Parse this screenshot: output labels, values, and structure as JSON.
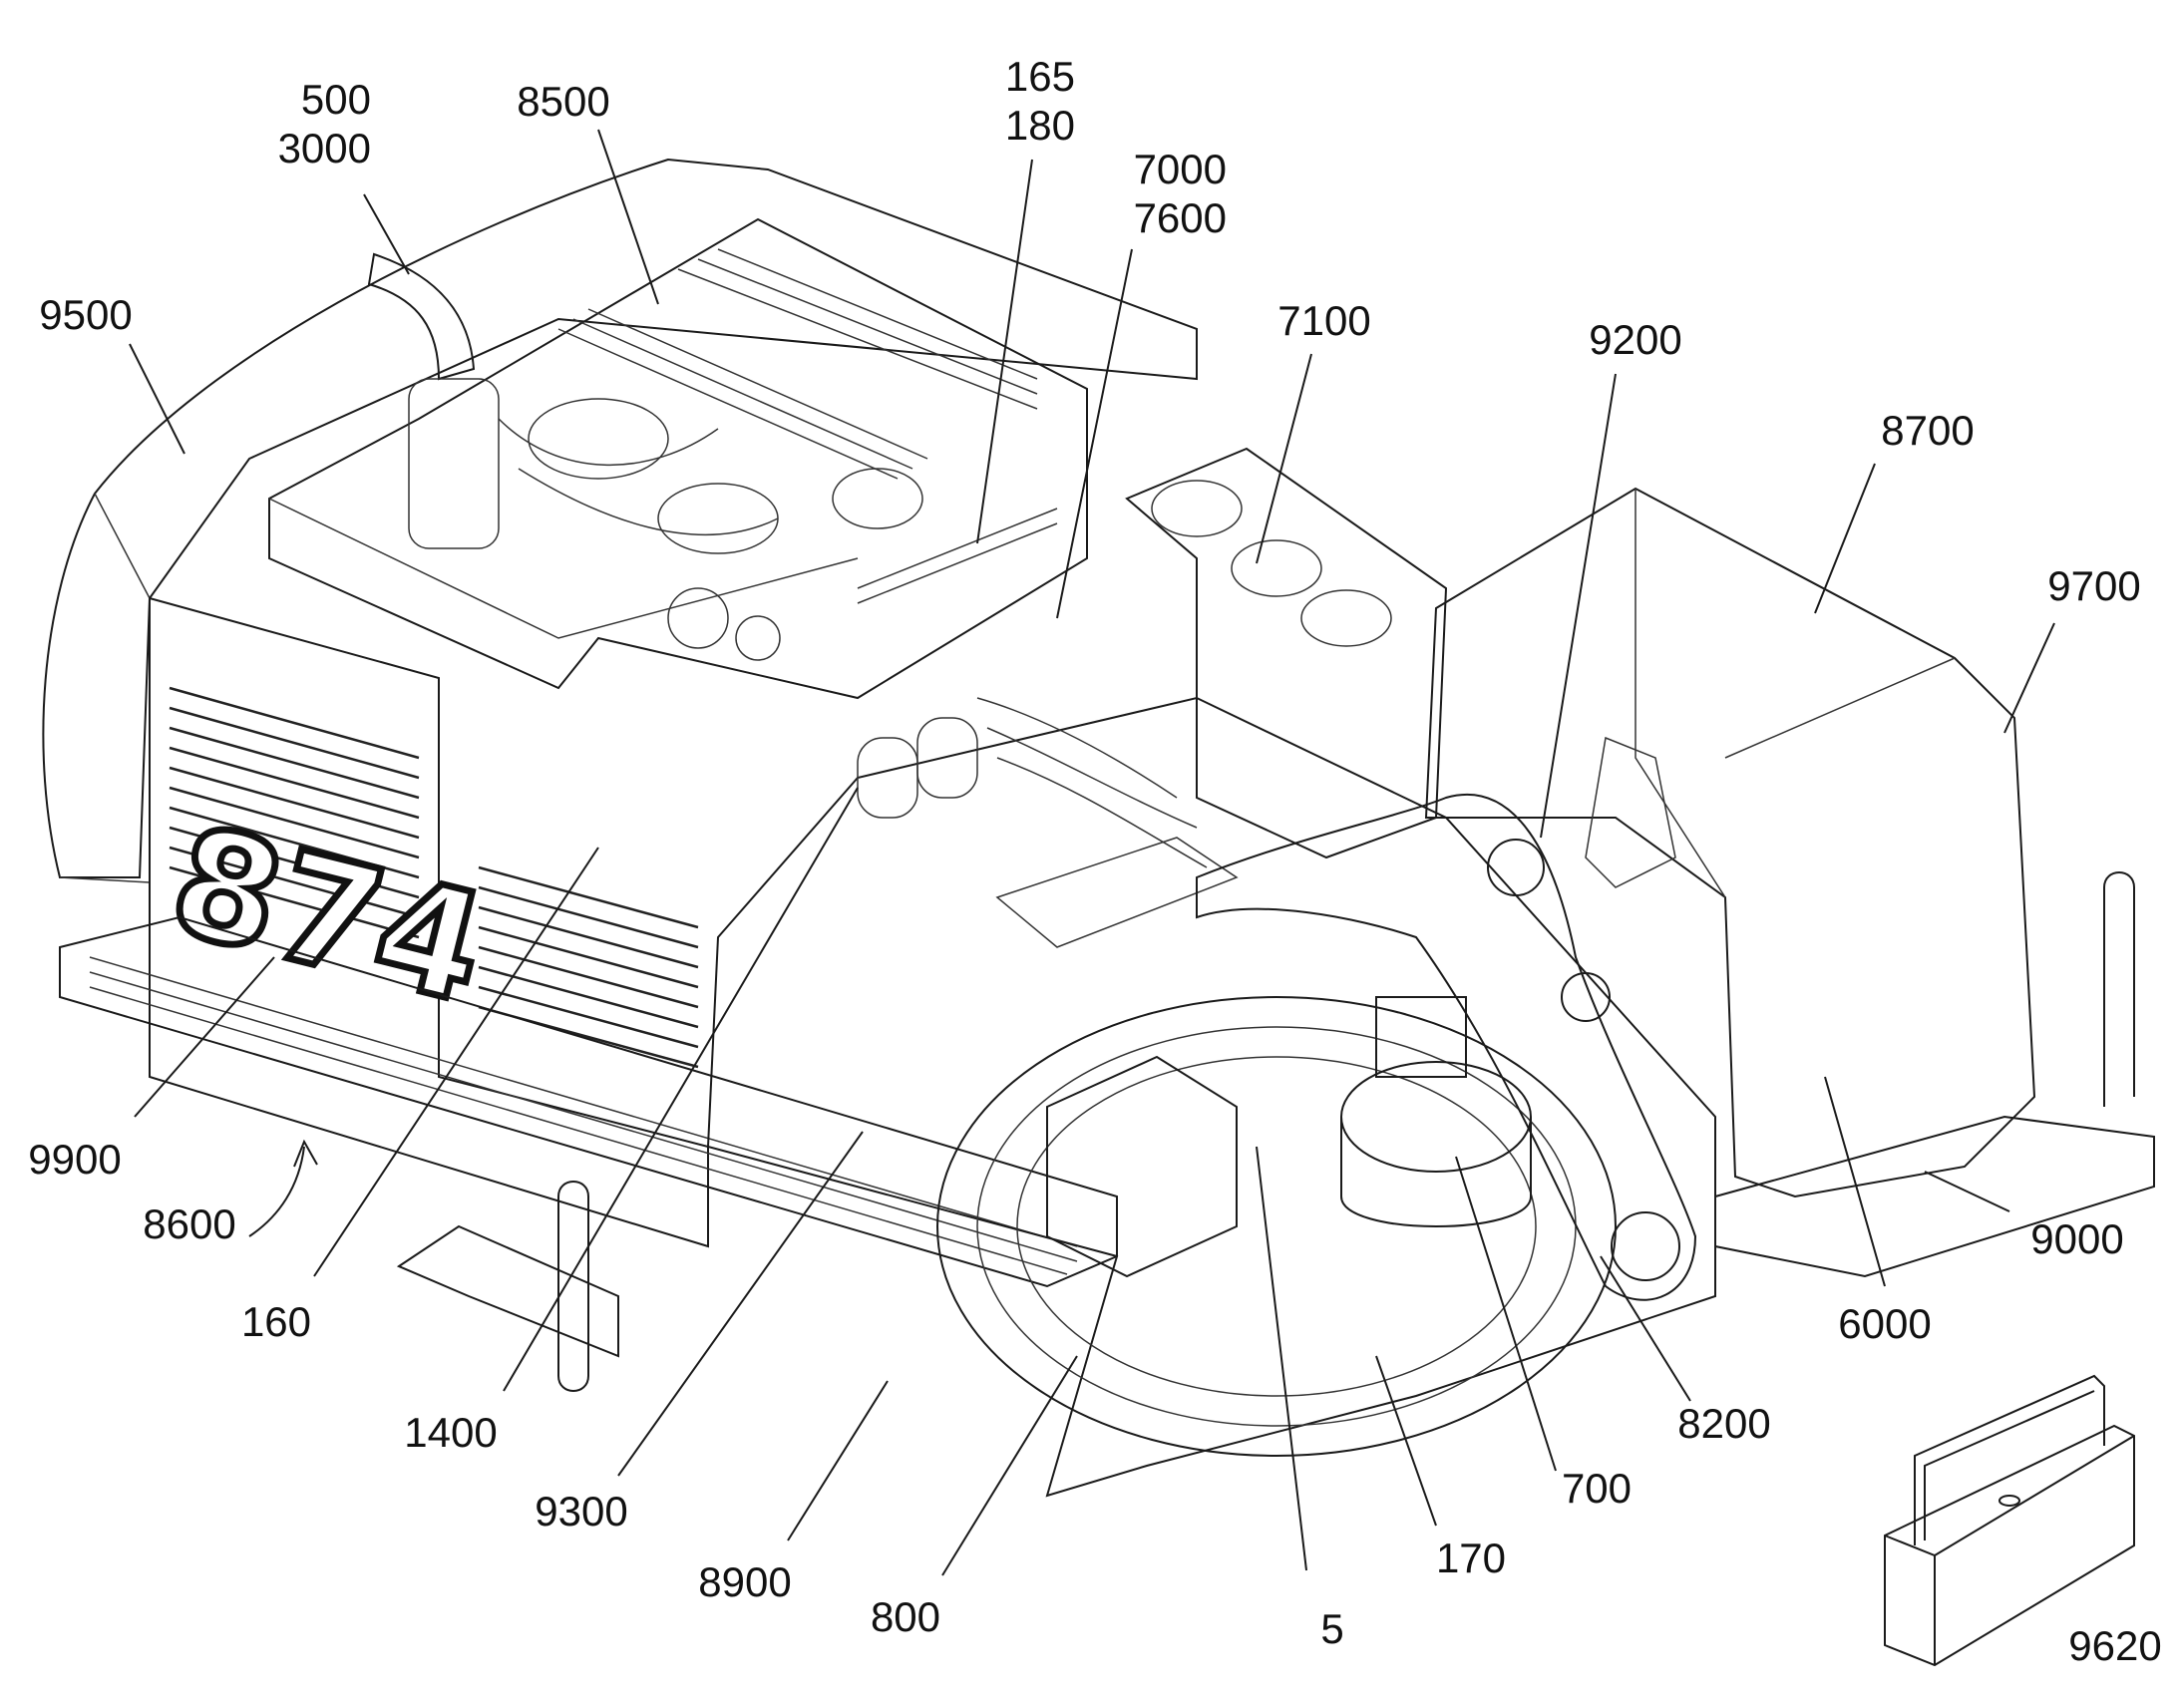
{
  "unit_number": "874",
  "colors": {
    "line": "#1a1a1a",
    "background": "#ffffff"
  },
  "callouts": [
    {
      "id": "c500",
      "lines": [
        "500",
        "3000"
      ]
    },
    {
      "id": "c8500",
      "lines": [
        "8500"
      ]
    },
    {
      "id": "c165",
      "lines": [
        "165",
        "180"
      ]
    },
    {
      "id": "c7000",
      "lines": [
        "7000",
        "7600"
      ]
    },
    {
      "id": "c9500",
      "lines": [
        "9500"
      ]
    },
    {
      "id": "c7100",
      "lines": [
        "7100"
      ]
    },
    {
      "id": "c9200",
      "lines": [
        "9200"
      ]
    },
    {
      "id": "c8700",
      "lines": [
        "8700"
      ]
    },
    {
      "id": "c9700",
      "lines": [
        "9700"
      ]
    },
    {
      "id": "c9900",
      "lines": [
        "9900"
      ]
    },
    {
      "id": "c8600",
      "lines": [
        "8600"
      ]
    },
    {
      "id": "c160",
      "lines": [
        "160"
      ]
    },
    {
      "id": "c1400",
      "lines": [
        "1400"
      ]
    },
    {
      "id": "c9300",
      "lines": [
        "9300"
      ]
    },
    {
      "id": "c8900",
      "lines": [
        "8900"
      ]
    },
    {
      "id": "c800",
      "lines": [
        "800"
      ]
    },
    {
      "id": "c5",
      "lines": [
        "5"
      ]
    },
    {
      "id": "c170",
      "lines": [
        "170"
      ]
    },
    {
      "id": "c700",
      "lines": [
        "700"
      ]
    },
    {
      "id": "c8200",
      "lines": [
        "8200"
      ]
    },
    {
      "id": "c9000",
      "lines": [
        "9000"
      ]
    },
    {
      "id": "c6000",
      "lines": [
        "6000"
      ]
    },
    {
      "id": "c9620",
      "lines": [
        "9620"
      ]
    }
  ]
}
